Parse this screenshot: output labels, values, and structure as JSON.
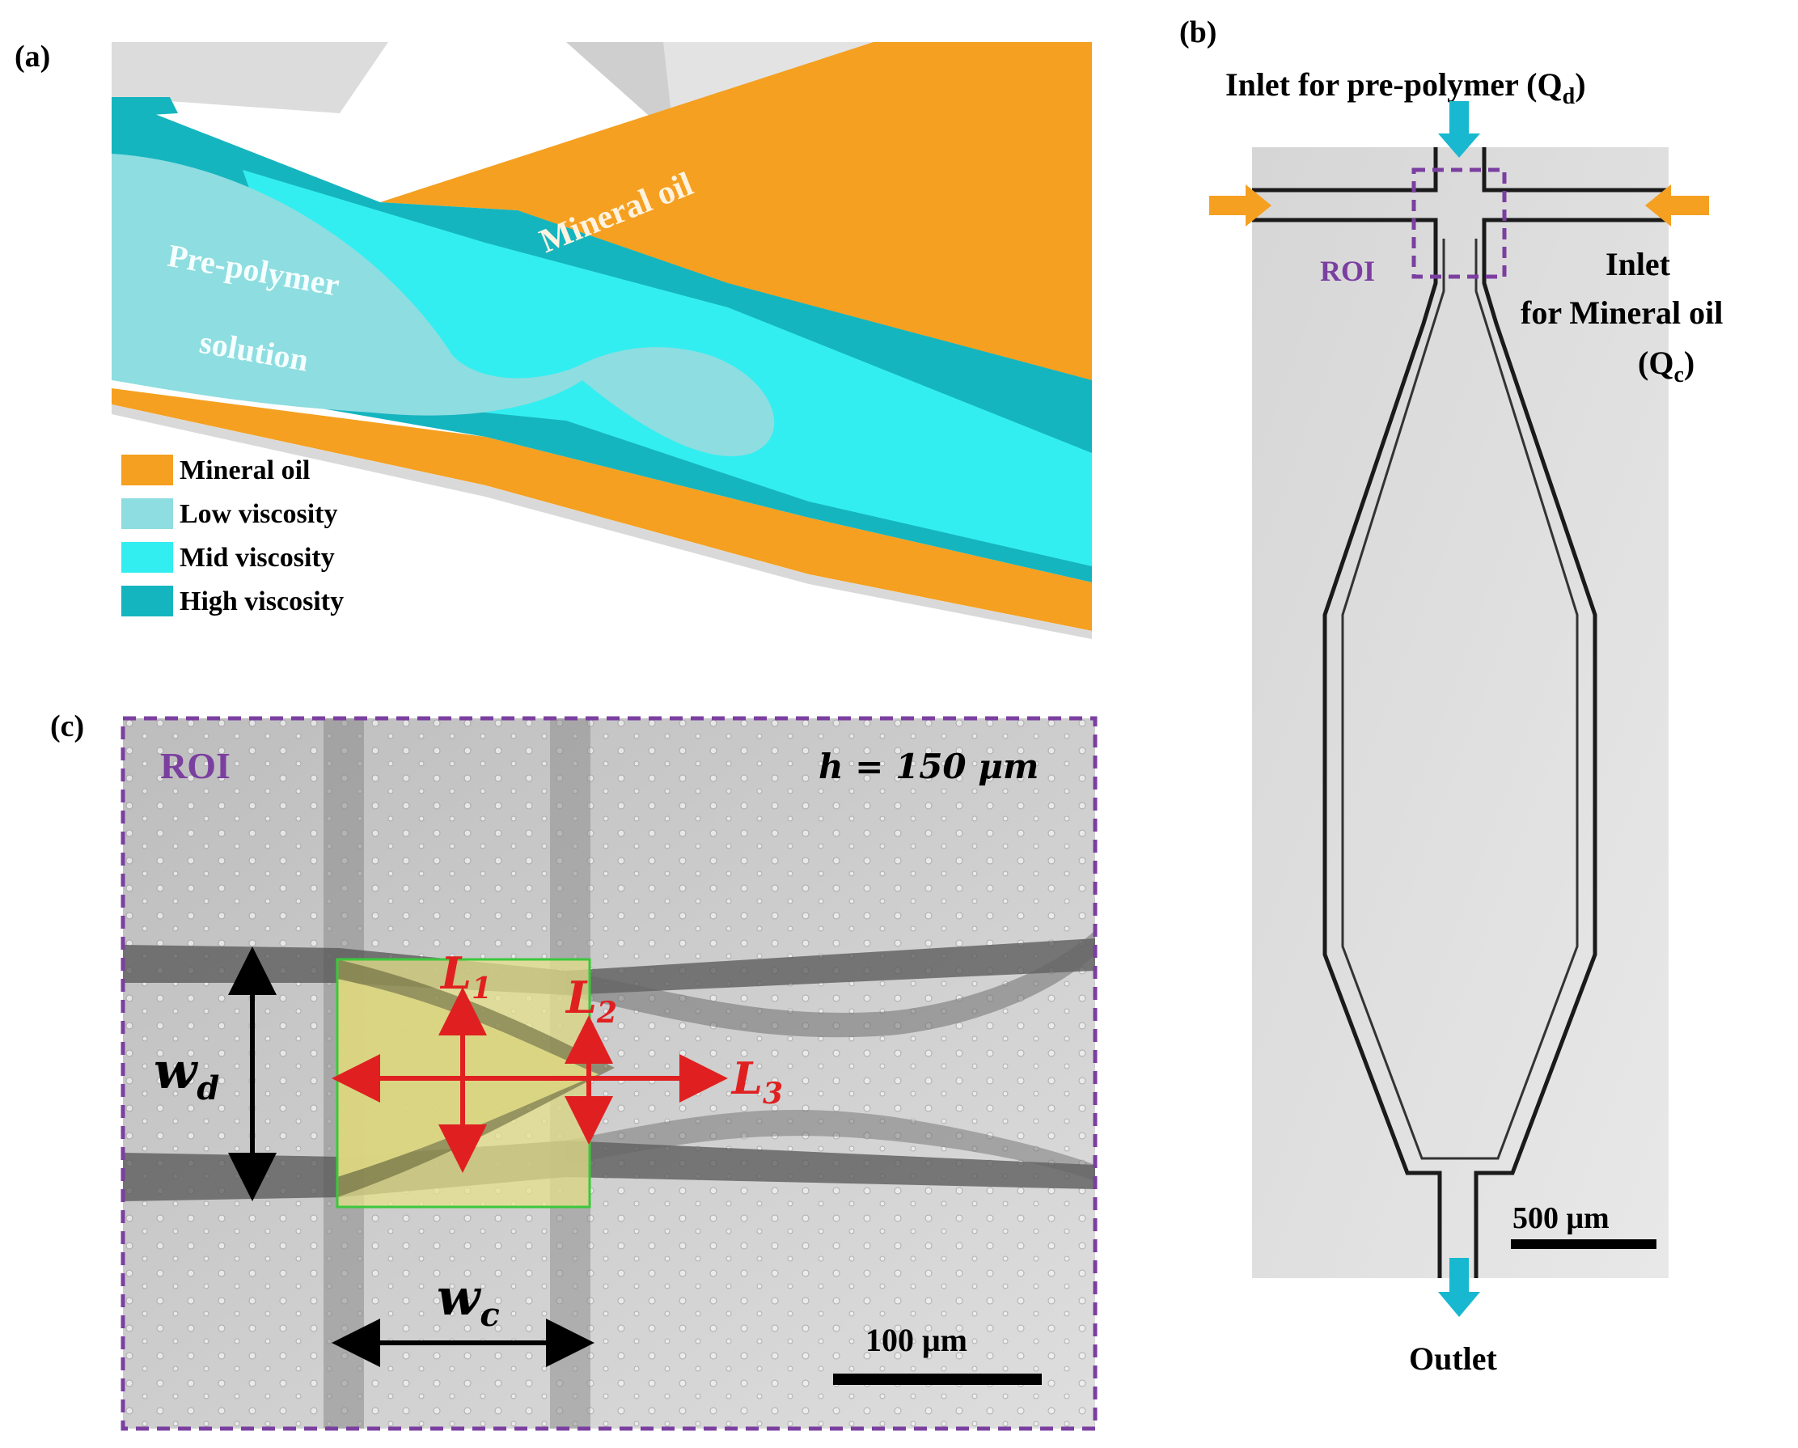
{
  "panels": {
    "a": {
      "label": "(a)",
      "mineral_oil_text": "Mineral oil",
      "prepolymer_text_line1": "Pre-polymer",
      "prepolymer_text_line2": "solution",
      "legend": [
        {
          "label": "Mineral  oil",
          "color": "#F5A020"
        },
        {
          "label": "Low viscosity",
          "color": "#8EDDE0"
        },
        {
          "label": "Mid viscosity",
          "color": "#33EEF0"
        },
        {
          "label": "High viscosity",
          "color": "#15B5BF"
        }
      ]
    },
    "b": {
      "label": "(b)",
      "inlet_prepolymer": "Inlet for pre-polymer (Q",
      "inlet_prepolymer_sub": "d",
      "inlet_prepolymer_close": ")",
      "roi": "ROI",
      "inlet_oil_line1": "Inlet",
      "inlet_oil_line2": "for Mineral oil",
      "inlet_oil_line3_open": "(Q",
      "inlet_oil_line3_sub": "c",
      "inlet_oil_line3_close": ")",
      "scale_bar": "500 μm",
      "outlet": "Outlet"
    },
    "c": {
      "label": "(c)",
      "roi": "ROI",
      "height": "h = 150 μm",
      "wd": "w",
      "wd_sub": "d",
      "wc": "w",
      "wc_sub": "c",
      "L1": "L",
      "L1_sub": "1",
      "L2": "L",
      "L2_sub": "2",
      "L3": "L",
      "L3_sub": "3",
      "scale_bar": "100 μm"
    }
  },
  "colors": {
    "orange": "#F5A020",
    "cyan_arrow": "#18B8D0",
    "purple": "#7B3FA0",
    "red": "#E02020",
    "green": "#3CC83C"
  }
}
